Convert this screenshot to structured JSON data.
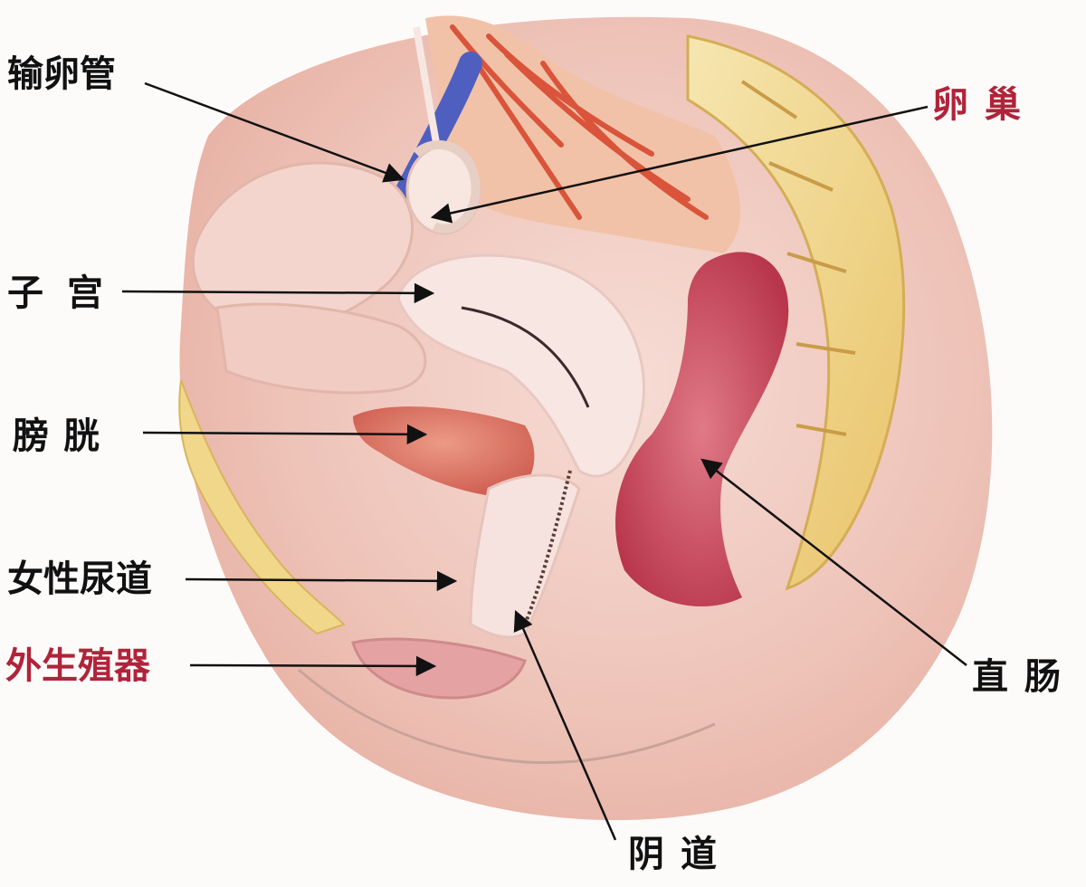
{
  "labels": {
    "fallopian_tube": "输卵管",
    "ovary": "卵巢",
    "uterus": "子宫",
    "bladder": "膀胱",
    "urethra": "女性尿道",
    "vulva": "外生殖器",
    "rectum": "直肠",
    "vagina": "阴道"
  },
  "colors": {
    "label_text": "#111111",
    "label_accent": "#b0243a",
    "background": "#fdfbfa",
    "tissue_pink": "#f2d3cf",
    "uterus_light": "#f8e6e3",
    "bone_yellow": "#f0d78a",
    "vessel_red": "#d9543a",
    "vein_blue": "#4f5fc0",
    "rectum_red": "#c9455a",
    "arrow": "#111111"
  }
}
